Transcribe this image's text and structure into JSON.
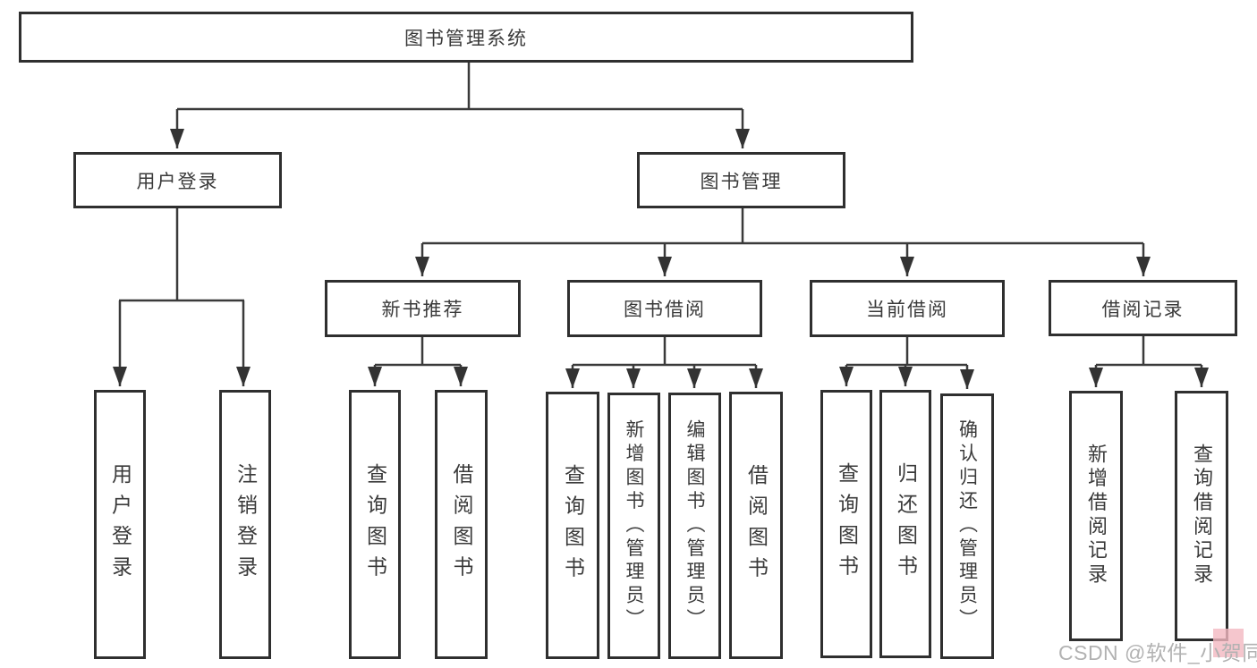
{
  "diagram": {
    "title_node": "图书管理系统",
    "nodes": {
      "root": "图书管理系统",
      "user_login": "用户登录",
      "book_mgmt": "图书管理",
      "new_book": "新书推荐",
      "book_borrow": "图书借阅",
      "current_borrow": "当前借阅",
      "borrow_records": "借阅记录",
      "ul_login": "用户登录",
      "ul_logout": "注销登录",
      "nb_query": "查询图书",
      "nb_borrow": "借阅图书",
      "bb_query": "查询图书",
      "bb_add": "新增图书（管理员）",
      "bb_edit": "编辑图书（管理员）",
      "bb_borrow": "借阅图书",
      "cb_query": "查询图书",
      "cb_return": "归还图书",
      "cb_confirm": "确认归还（管理员）",
      "br_add": "新增借阅记录",
      "br_query": "查询借阅记录"
    }
  },
  "watermark": {
    "text": "CSDN @软件_小贺同学"
  },
  "colors": {
    "box_border": "#2f2f2f",
    "connector_line": "#3a3a3a",
    "node_text": "#3a3a3a",
    "watermark_text": "#b2b2b2",
    "watermark_accent": "#f2b8c0",
    "background": "#ffffff"
  }
}
